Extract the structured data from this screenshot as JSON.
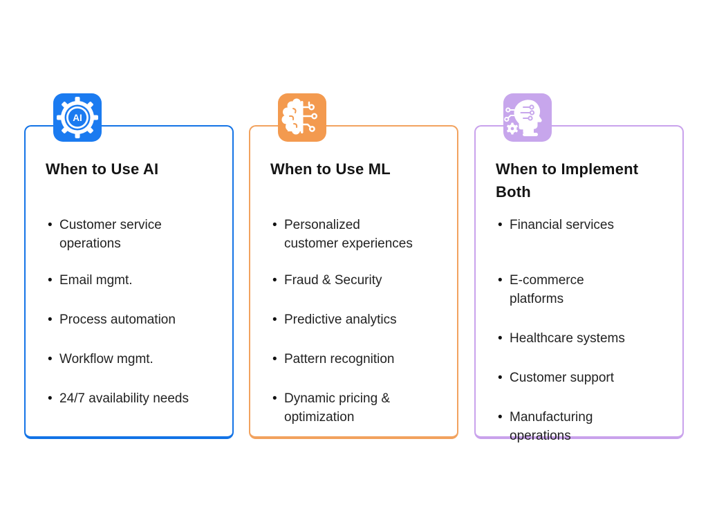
{
  "page": {
    "background": "#ffffff",
    "text_color": "#222222"
  },
  "cards": [
    {
      "id": "when-to-use-ai",
      "title": "When to Use AI",
      "icon": "ai-gear-icon",
      "icon_label": "AI",
      "accent_color": "#1373e6",
      "icon_bg": "#1b7bf0",
      "items": [
        "Customer service operations",
        "Email mgmt.",
        "Process automation",
        "Workflow mgmt.",
        "24/7 availability needs"
      ]
    },
    {
      "id": "when-to-use-ml",
      "title": "When to Use ML",
      "icon": "ml-brain-icon",
      "accent_color": "#f2a25e",
      "icon_bg": "#f39a4f",
      "items": [
        "Personalized customer experiences",
        "Fraud & Security",
        "Predictive analytics",
        "Pattern recognition",
        "Dynamic pricing & optimization"
      ]
    },
    {
      "id": "when-to-implement-both",
      "title": "When to Implement Both",
      "icon": "ai-ml-head-icon",
      "accent_color": "#c9a2ec",
      "icon_bg": "#c7a6ec",
      "items": [
        "Financial services",
        "E-commerce platforms",
        "Healthcare systems",
        "Customer support",
        "Manufacturing operations"
      ]
    }
  ]
}
